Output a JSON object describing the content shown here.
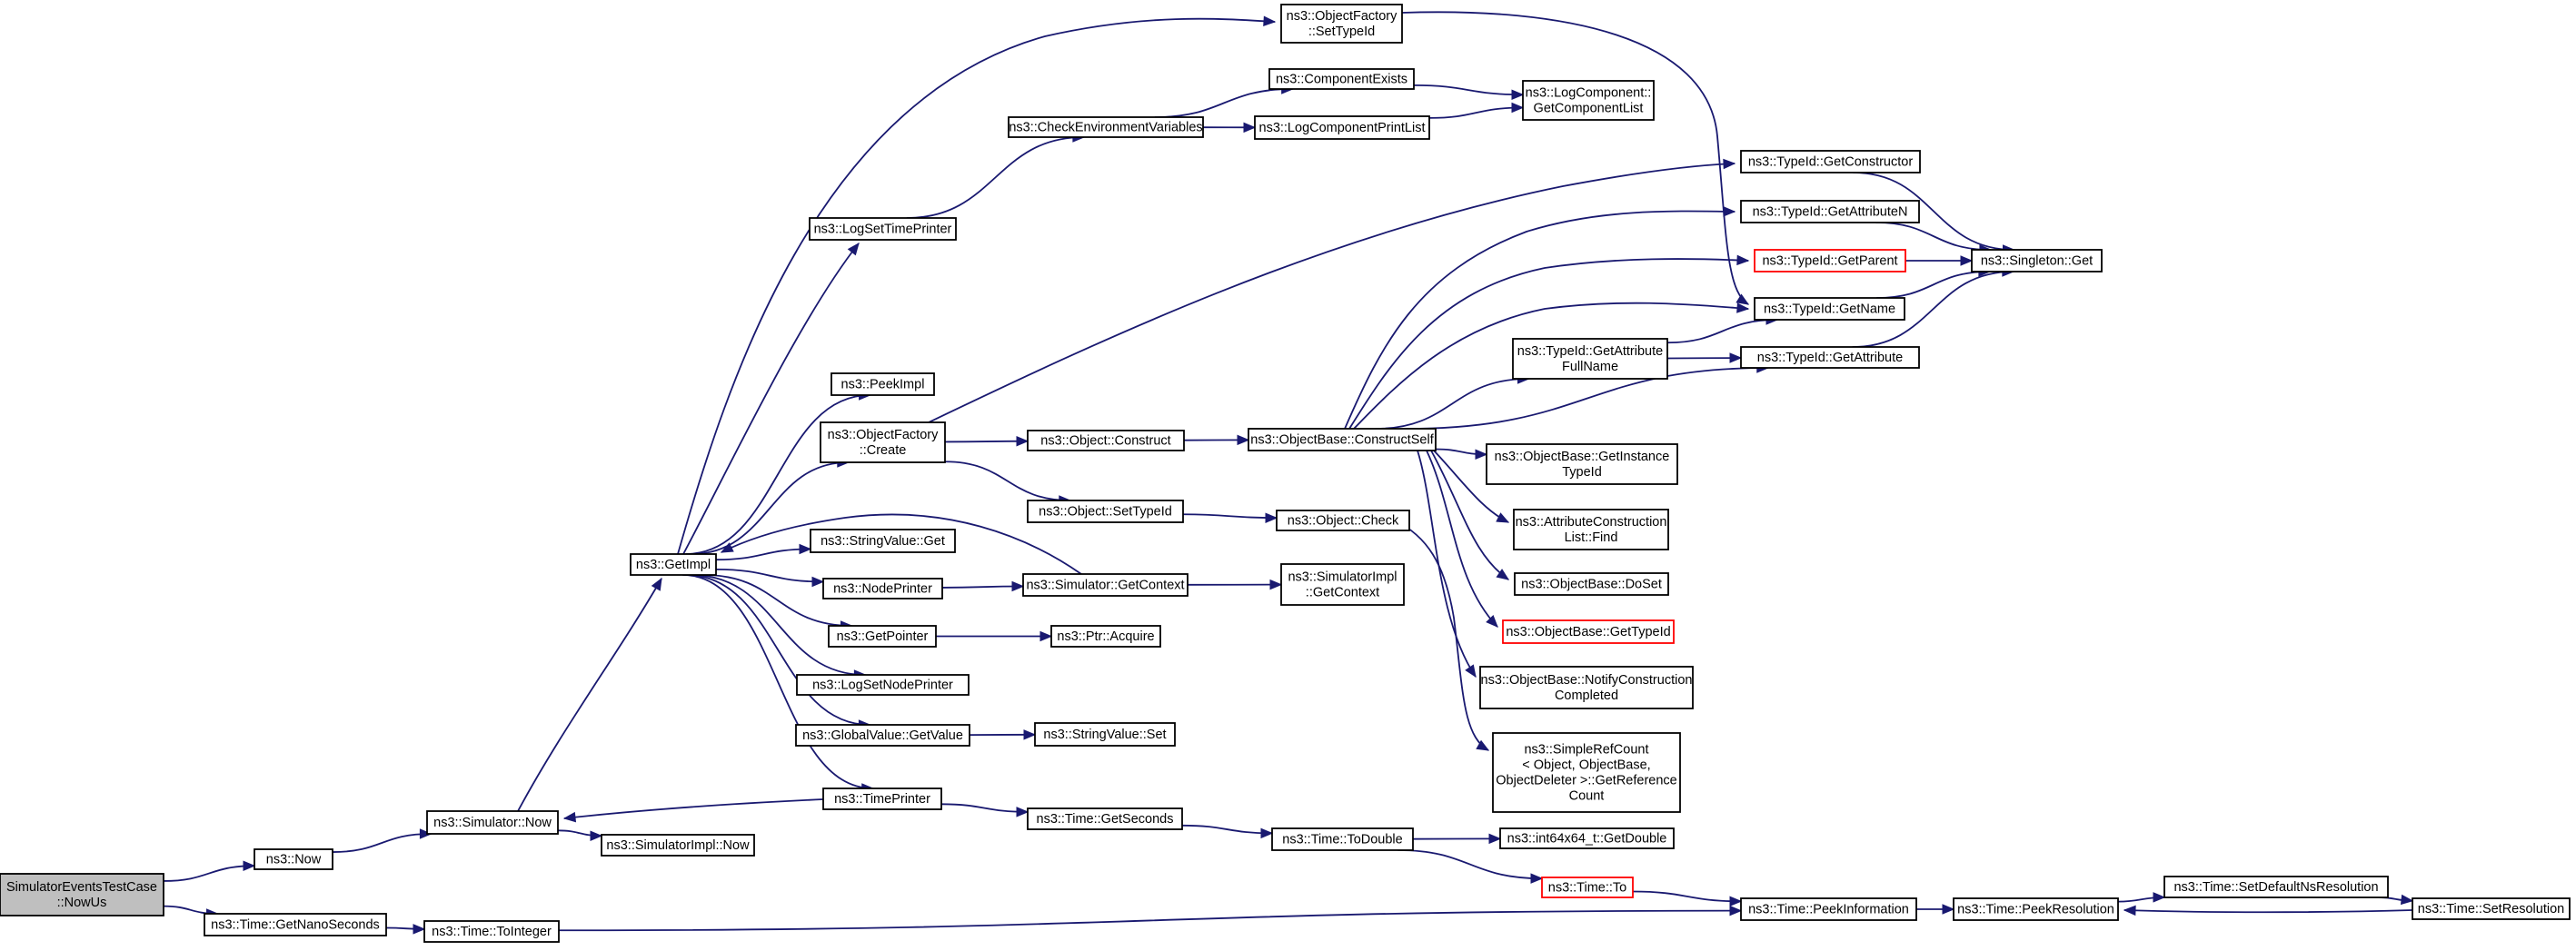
{
  "nodes": [
    {
      "id": "root",
      "lines": [
        "SimulatorEventsTestCase",
        "::NowUs"
      ],
      "style": "root"
    },
    {
      "id": "now",
      "lines": [
        "ns3::Now"
      ]
    },
    {
      "id": "getnano",
      "lines": [
        "ns3::Time::GetNanoSeconds"
      ]
    },
    {
      "id": "simnow",
      "lines": [
        "ns3::Simulator::Now"
      ]
    },
    {
      "id": "toint",
      "lines": [
        "ns3::Time::ToInteger"
      ]
    },
    {
      "id": "getimpl",
      "lines": [
        "ns3::GetImpl"
      ]
    },
    {
      "id": "simimplnow",
      "lines": [
        "ns3::SimulatorImpl::Now"
      ]
    },
    {
      "id": "logsettime",
      "lines": [
        "ns3::LogSetTimePrinter"
      ]
    },
    {
      "id": "peekimpl",
      "lines": [
        "ns3::PeekImpl"
      ]
    },
    {
      "id": "ofcreate",
      "lines": [
        "ns3::ObjectFactory",
        "::Create"
      ]
    },
    {
      "id": "strget",
      "lines": [
        "ns3::StringValue::Get"
      ]
    },
    {
      "id": "nodeprinter",
      "lines": [
        "ns3::NodePrinter"
      ]
    },
    {
      "id": "getpointer",
      "lines": [
        "ns3::GetPointer"
      ]
    },
    {
      "id": "logsetnode",
      "lines": [
        "ns3::LogSetNodePrinter"
      ]
    },
    {
      "id": "gvgetvalue",
      "lines": [
        "ns3::GlobalValue::GetValue"
      ]
    },
    {
      "id": "timeprinter",
      "lines": [
        "ns3::TimePrinter"
      ]
    },
    {
      "id": "ofsettypeid",
      "lines": [
        "ns3::ObjectFactory",
        "::SetTypeId"
      ]
    },
    {
      "id": "checkenv",
      "lines": [
        "ns3::CheckEnvironmentVariables"
      ]
    },
    {
      "id": "compexists",
      "lines": [
        "ns3::ComponentExists"
      ]
    },
    {
      "id": "logcompprint",
      "lines": [
        "ns3::LogComponentPrintList"
      ]
    },
    {
      "id": "logcompget",
      "lines": [
        "ns3::LogComponent::",
        "GetComponentList"
      ]
    },
    {
      "id": "objconstruct",
      "lines": [
        "ns3::Object::Construct"
      ]
    },
    {
      "id": "objsettypeid",
      "lines": [
        "ns3::Object::SetTypeId"
      ]
    },
    {
      "id": "simgetctx",
      "lines": [
        "ns3::Simulator::GetContext"
      ]
    },
    {
      "id": "ptracquire",
      "lines": [
        "ns3::Ptr::Acquire"
      ]
    },
    {
      "id": "strset",
      "lines": [
        "ns3::StringValue::Set"
      ]
    },
    {
      "id": "timegetsec",
      "lines": [
        "ns3::Time::GetSeconds"
      ]
    },
    {
      "id": "obconstructself",
      "lines": [
        "ns3::ObjectBase::ConstructSelf"
      ]
    },
    {
      "id": "objcheck",
      "lines": [
        "ns3::Object::Check"
      ]
    },
    {
      "id": "simimplctx",
      "lines": [
        "ns3::SimulatorImpl",
        "::GetContext"
      ]
    },
    {
      "id": "todouble",
      "lines": [
        "ns3::Time::ToDouble"
      ]
    },
    {
      "id": "tidgetctor",
      "lines": [
        "ns3::TypeId::GetConstructor"
      ]
    },
    {
      "id": "tidgetattrn",
      "lines": [
        "ns3::TypeId::GetAttributeN"
      ]
    },
    {
      "id": "tidgetparent",
      "lines": [
        "ns3::TypeId::GetParent"
      ],
      "style": "trunc"
    },
    {
      "id": "tidgetname",
      "lines": [
        "ns3::TypeId::GetName"
      ]
    },
    {
      "id": "tidgetattrfull",
      "lines": [
        "ns3::TypeId::GetAttribute",
        "FullName"
      ]
    },
    {
      "id": "tidgetattr",
      "lines": [
        "ns3::TypeId::GetAttribute"
      ]
    },
    {
      "id": "obgetinst",
      "lines": [
        "ns3::ObjectBase::GetInstance",
        "TypeId"
      ]
    },
    {
      "id": "acfind",
      "lines": [
        "ns3::AttributeConstruction",
        "List::Find"
      ]
    },
    {
      "id": "obdoset",
      "lines": [
        "ns3::ObjectBase::DoSet"
      ]
    },
    {
      "id": "obgettypeid",
      "lines": [
        "ns3::ObjectBase::GetTypeId"
      ],
      "style": "trunc"
    },
    {
      "id": "obnotify",
      "lines": [
        "ns3::ObjectBase::NotifyConstruction",
        "Completed"
      ]
    },
    {
      "id": "simplerefcount",
      "lines": [
        "ns3::SimpleRefCount",
        "< Object, ObjectBase,",
        "ObjectDeleter >::GetReference",
        "Count"
      ]
    },
    {
      "id": "int64getdouble",
      "lines": [
        "ns3::int64x64_t::GetDouble"
      ]
    },
    {
      "id": "timeto",
      "lines": [
        "ns3::Time::To"
      ],
      "style": "trunc"
    },
    {
      "id": "singletonget",
      "lines": [
        "ns3::Singleton::Get"
      ]
    },
    {
      "id": "peekinfo",
      "lines": [
        "ns3::Time::PeekInformation"
      ]
    },
    {
      "id": "peekres",
      "lines": [
        "ns3::Time::PeekResolution"
      ]
    },
    {
      "id": "setdefaultns",
      "lines": [
        "ns3::Time::SetDefaultNsResolution"
      ]
    },
    {
      "id": "setres",
      "lines": [
        "ns3::Time::SetResolution"
      ]
    }
  ],
  "edges": [
    [
      "root",
      "now"
    ],
    [
      "root",
      "getnano"
    ],
    [
      "now",
      "simnow"
    ],
    [
      "getnano",
      "toint"
    ],
    [
      "simnow",
      "getimpl"
    ],
    [
      "simnow",
      "simimplnow"
    ],
    [
      "toint",
      "peekinfo"
    ],
    [
      "getimpl",
      "logsettime"
    ],
    [
      "getimpl",
      "peekimpl"
    ],
    [
      "getimpl",
      "ofcreate"
    ],
    [
      "getimpl",
      "strget"
    ],
    [
      "getimpl",
      "nodeprinter"
    ],
    [
      "getimpl",
      "getpointer"
    ],
    [
      "getimpl",
      "logsetnode"
    ],
    [
      "getimpl",
      "gvgetvalue"
    ],
    [
      "getimpl",
      "timeprinter"
    ],
    [
      "getimpl",
      "ofsettypeid"
    ],
    [
      "logsettime",
      "checkenv"
    ],
    [
      "checkenv",
      "compexists"
    ],
    [
      "checkenv",
      "logcompprint"
    ],
    [
      "compexists",
      "logcompget"
    ],
    [
      "logcompprint",
      "logcompget"
    ],
    [
      "ofsettypeid",
      "tidgetname"
    ],
    [
      "ofcreate",
      "tidgetctor"
    ],
    [
      "ofcreate",
      "objconstruct"
    ],
    [
      "ofcreate",
      "objsettypeid"
    ],
    [
      "objconstruct",
      "obconstructself"
    ],
    [
      "objsettypeid",
      "objcheck"
    ],
    [
      "nodeprinter",
      "simgetctx"
    ],
    [
      "simgetctx",
      "getimpl"
    ],
    [
      "simgetctx",
      "simimplctx"
    ],
    [
      "getpointer",
      "ptracquire"
    ],
    [
      "gvgetvalue",
      "strset"
    ],
    [
      "timeprinter",
      "simnow"
    ],
    [
      "timeprinter",
      "timegetsec"
    ],
    [
      "timegetsec",
      "todouble"
    ],
    [
      "todouble",
      "int64getdouble"
    ],
    [
      "todouble",
      "timeto"
    ],
    [
      "timeto",
      "peekinfo"
    ],
    [
      "peekinfo",
      "peekres"
    ],
    [
      "peekres",
      "setdefaultns"
    ],
    [
      "setdefaultns",
      "setres"
    ],
    [
      "setres",
      "peekres"
    ],
    [
      "obconstructself",
      "tidgetattrn"
    ],
    [
      "obconstructself",
      "tidgetparent"
    ],
    [
      "obconstructself",
      "tidgetname"
    ],
    [
      "obconstructself",
      "tidgetattrfull"
    ],
    [
      "obconstructself",
      "tidgetattr"
    ],
    [
      "obconstructself",
      "obgetinst"
    ],
    [
      "obconstructself",
      "acfind"
    ],
    [
      "obconstructself",
      "obdoset"
    ],
    [
      "obconstructself",
      "obgettypeid"
    ],
    [
      "obconstructself",
      "obnotify"
    ],
    [
      "objcheck",
      "simplerefcount"
    ],
    [
      "tidgetattrfull",
      "tidgetname"
    ],
    [
      "tidgetattrfull",
      "tidgetattr"
    ],
    [
      "tidgetctor",
      "singletonget"
    ],
    [
      "tidgetattrn",
      "singletonget"
    ],
    [
      "tidgetparent",
      "singletonget"
    ],
    [
      "tidgetname",
      "singletonget"
    ],
    [
      "tidgetattr",
      "singletonget"
    ]
  ]
}
